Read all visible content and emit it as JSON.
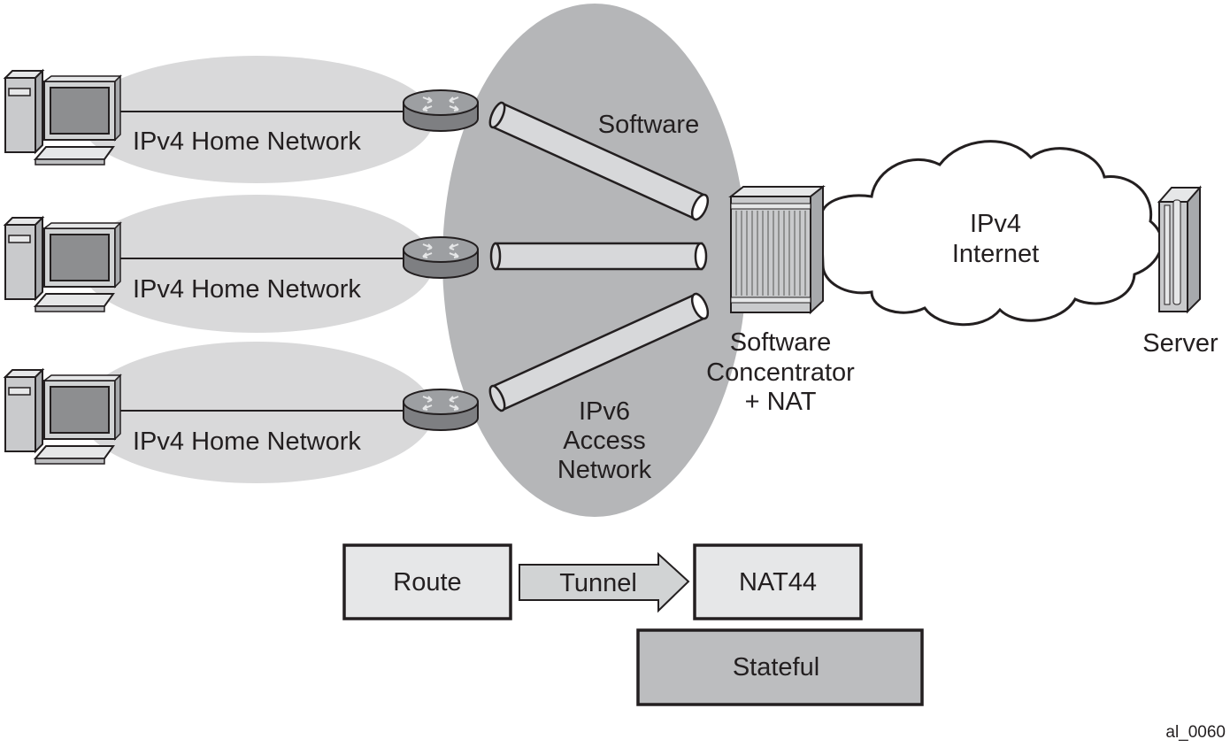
{
  "diagram": {
    "home_networks": [
      {
        "label": "IPv4 Home Network"
      },
      {
        "label": "IPv4 Home Network"
      },
      {
        "label": "IPv4 Home Network"
      }
    ],
    "access_network": {
      "line1": "IPv6",
      "line2": "Access",
      "line3": "Network"
    },
    "tunnel_label": "Software",
    "concentrator": {
      "line1": "Software",
      "line2": "Concentrator",
      "line3": "+ NAT"
    },
    "internet": {
      "line1": "IPv4",
      "line2": "Internet"
    },
    "server_label": "Server",
    "flow": {
      "route": "Route",
      "tunnel": "Tunnel",
      "nat": "NAT44",
      "stateful": "Stateful"
    },
    "figure_id": "al_0060"
  },
  "colors": {
    "home_ellipse": "#d9d9da",
    "access_ellipse": "#b5b6b8",
    "tube_fill": "#d7d8da",
    "router_fill": "#8d8e90",
    "box_light": "#e6e7e8",
    "box_dark": "#bcbdbf",
    "stroke": "#231f20"
  }
}
